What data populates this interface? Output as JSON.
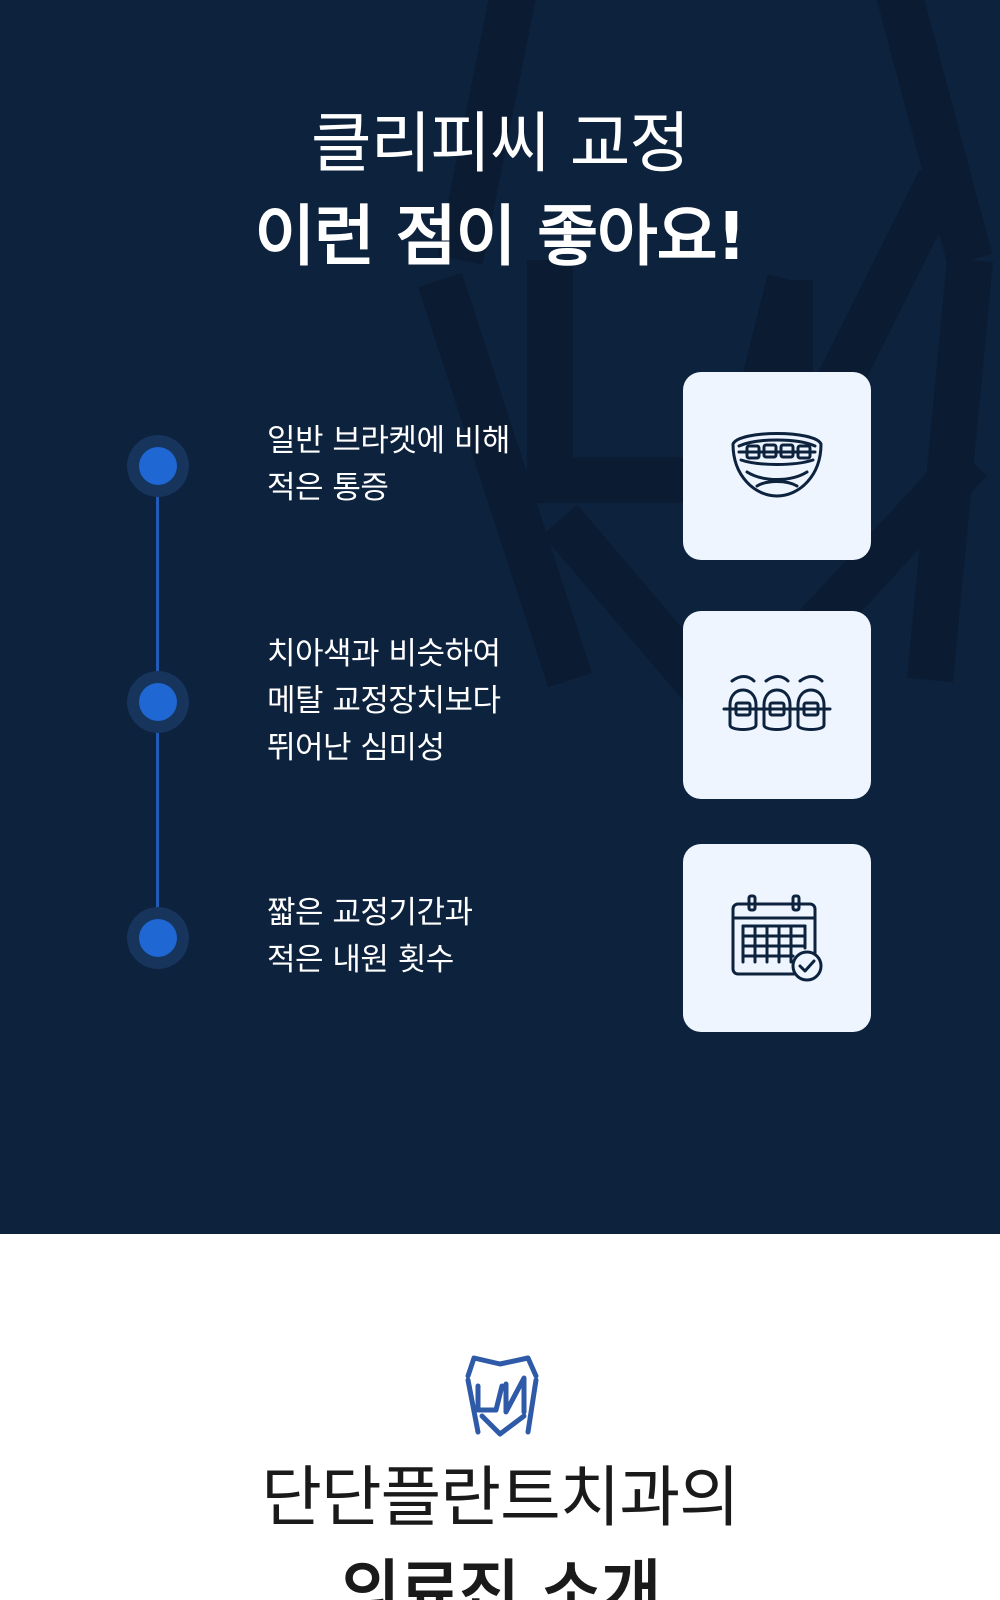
{
  "hero": {
    "title_line1": "클리피씨 교정",
    "title_line2": "이런 점이 좋아요!",
    "background_color": "#0d223d",
    "accent_color": "#1f67d2",
    "benefits": [
      {
        "lines": [
          "일반 브라켓에 비해",
          "적은 통증"
        ],
        "icon": "braces-mouth-icon"
      },
      {
        "lines": [
          "치아색과 비슷하여",
          "메탈 교정장치보다",
          "뛰어난 심미성"
        ],
        "icon": "teeth-brackets-icon"
      },
      {
        "lines": [
          "짧은 교정기간과",
          "적은 내원 횟수"
        ],
        "icon": "calendar-check-icon"
      }
    ]
  },
  "intro": {
    "logo": "dn-tooth-logo-icon",
    "title_line1": "단단플란트치과의",
    "title_line2": "의료진 소개",
    "logo_color": "#2f5aa8"
  }
}
